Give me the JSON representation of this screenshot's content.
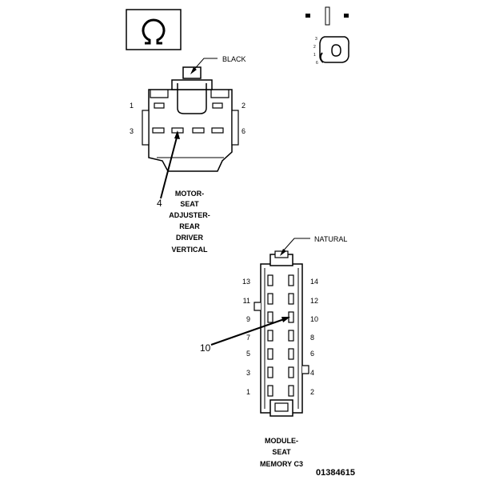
{
  "connector_upper": {
    "color": "BLACK",
    "pins_left": [
      "1",
      "3"
    ],
    "pins_right": [
      "2",
      "6"
    ],
    "callout_pin": "4",
    "caption": [
      "MOTOR-",
      "SEAT",
      "ADJUSTER-",
      "REAR",
      "DRIVER",
      "VERTICAL"
    ]
  },
  "connector_lower": {
    "color": "NATURAL",
    "pins_left": [
      "13",
      "11",
      "9",
      "7",
      "5",
      "3",
      "1"
    ],
    "pins_right": [
      "14",
      "12",
      "10",
      "8",
      "6",
      "4",
      "2"
    ],
    "callout_pin": "10",
    "caption": [
      "MODULE-",
      "SEAT",
      "MEMORY C3"
    ]
  },
  "key_pins": [
    "1",
    "2",
    "3",
    "6"
  ],
  "figure_id": "01384615"
}
